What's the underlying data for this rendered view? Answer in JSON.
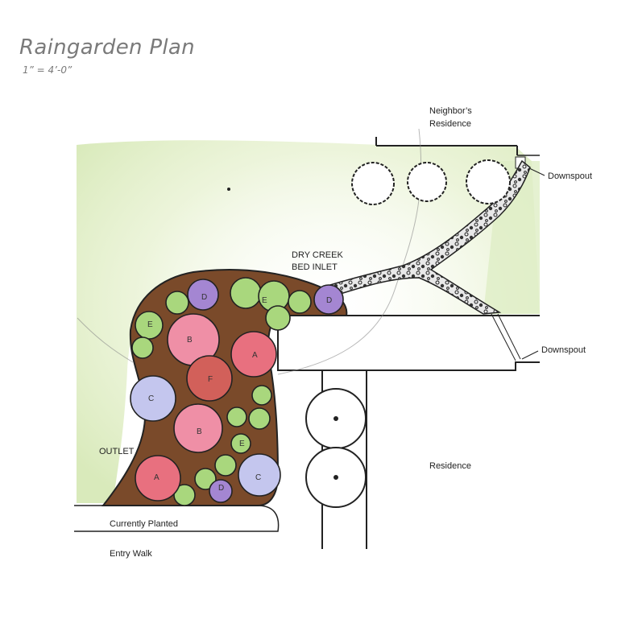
{
  "title": "Raingarden Plan",
  "scale": "1” = 4’-0”",
  "labels": {
    "neighbor_line1": "Neighbor’s",
    "neighbor_line2": "Residence",
    "downspout_top": "Downspout",
    "downspout_mid": "Downspout",
    "inlet_line1": "DRY CREEK",
    "inlet_line2": "BED INLET",
    "outlet": "OUTLET",
    "residence": "Residence",
    "currently_planted": "Currently Planted",
    "entry_walk": "Entry Walk"
  },
  "plant_codes": {
    "A": "A",
    "B": "B",
    "C": "C",
    "D": "D",
    "E": "E",
    "F": "F"
  },
  "colors": {
    "lawn": "#e6f1cf",
    "mulch": "#7a4a2a",
    "plant_A": "#e8707f",
    "plant_B": "#ef8fa6",
    "plant_C": "#c4c6ee",
    "plant_D": "#a486d2",
    "plant_E": "#a9d77d",
    "plant_F": "#d2605a",
    "outline": "#222222"
  }
}
